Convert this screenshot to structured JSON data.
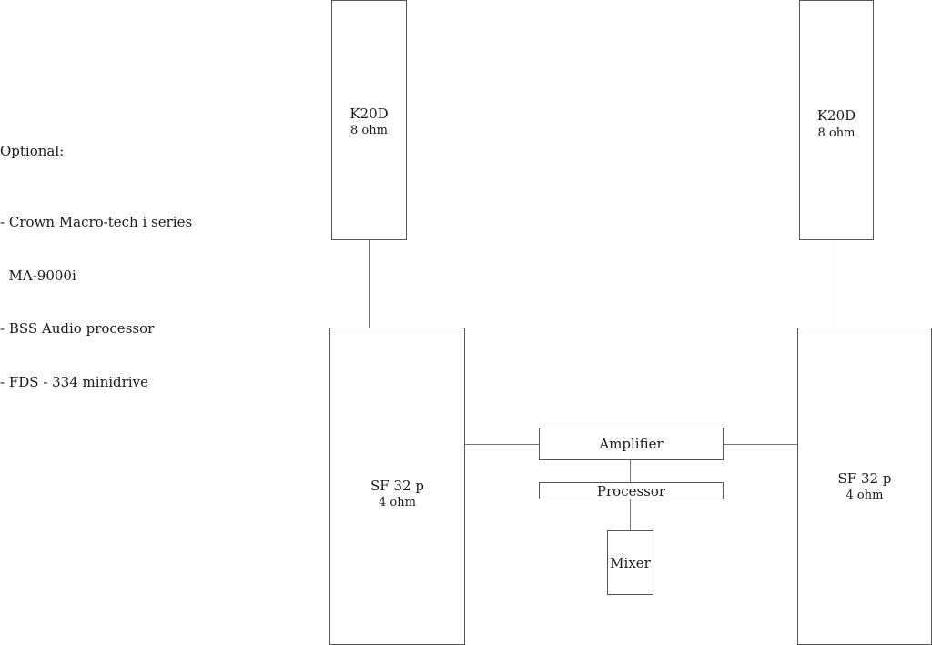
{
  "notes": {
    "title": "Optional:",
    "items": [
      "- Crown Macro-tech i series",
      "  MA-9000i",
      "- BSS Audio processor",
      "- FDS - 334 minidrive"
    ]
  },
  "speakers": {
    "left_top": {
      "name": "K20D",
      "impedance": "8 ohm"
    },
    "right_top": {
      "name": "K20D",
      "impedance": "8 ohm"
    },
    "left_sub": {
      "name": "SF 32 p",
      "impedance": "4 ohm"
    },
    "right_sub": {
      "name": "SF 32 p",
      "impedance": "4 ohm"
    }
  },
  "chain": {
    "amplifier": "Amplifier",
    "processor": "Processor",
    "mixer": "Mixer"
  },
  "colors": {
    "border": "#555555",
    "line": "#777777",
    "text": "#1a1a1a"
  }
}
